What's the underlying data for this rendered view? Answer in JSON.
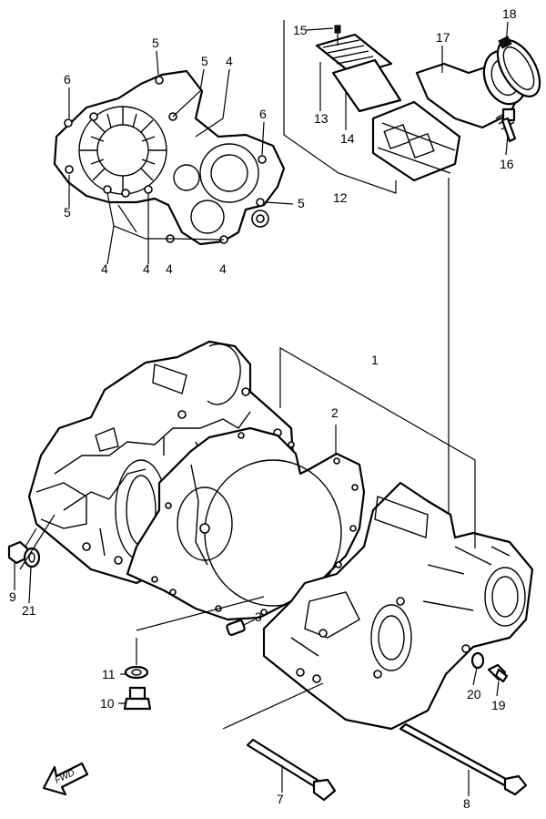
{
  "callouts": {
    "c1": "1",
    "c2": "2",
    "c3": "3",
    "c4a": "4",
    "c4b": "4",
    "c4c": "4",
    "c4d": "4",
    "c4e": "4",
    "c5a": "5",
    "c5b": "5",
    "c5c": "5",
    "c5d": "5",
    "c6a": "6",
    "c6b": "6",
    "c7": "7",
    "c8": "8",
    "c9": "9",
    "c10": "10",
    "c11": "11",
    "c12": "12",
    "c13": "13",
    "c14": "14",
    "c15": "15",
    "c16": "16",
    "c17": "17",
    "c18": "18",
    "c19": "19",
    "c20": "20",
    "c21": "21"
  },
  "fwd_label": "FWD"
}
